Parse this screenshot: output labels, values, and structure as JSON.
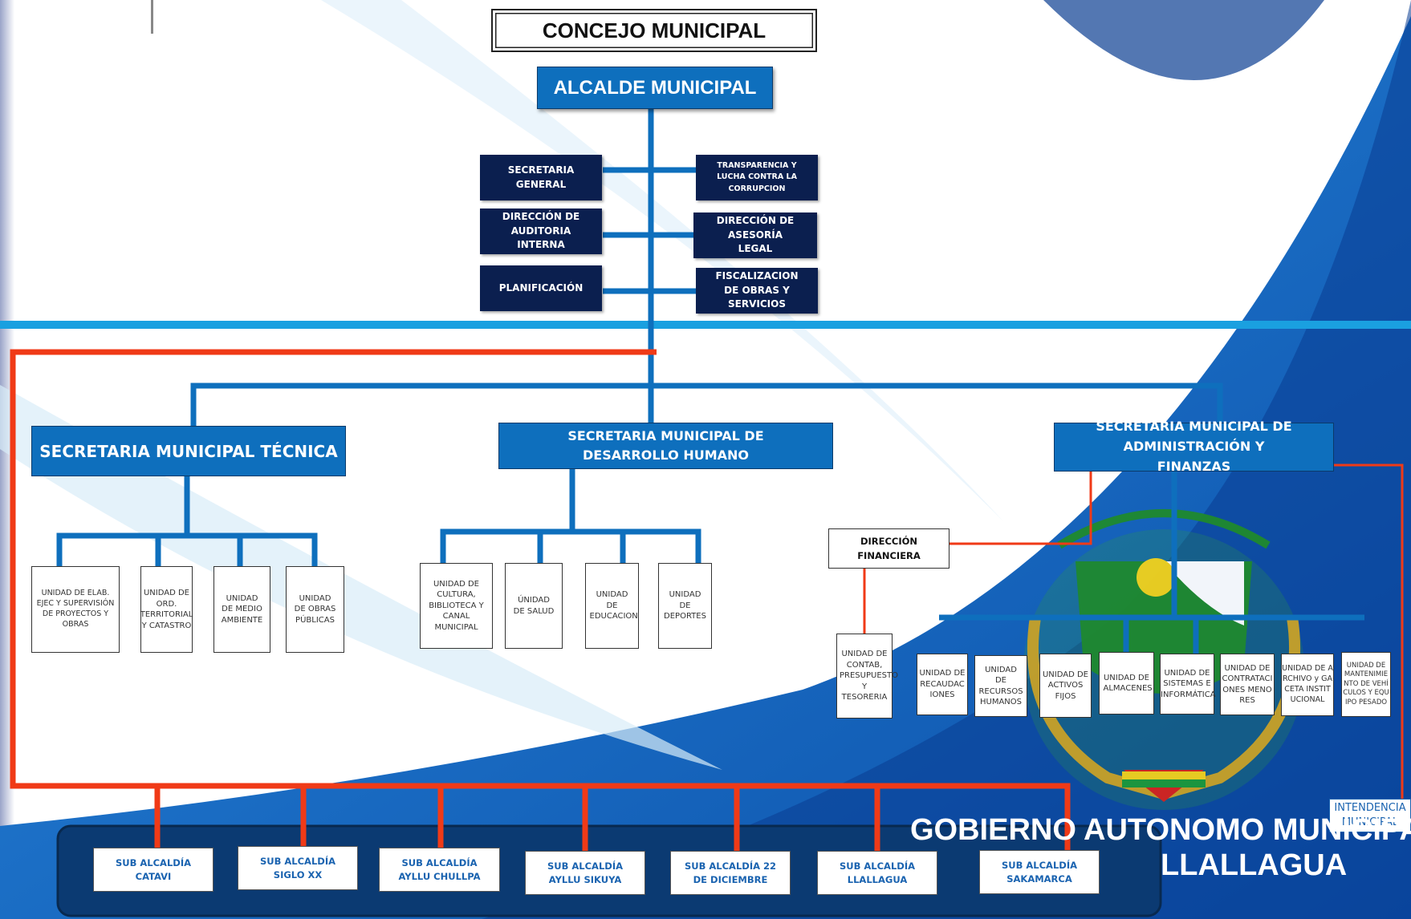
{
  "title": "CONCEJO MUNICIPAL",
  "alcalde": "ALCALDE MUNICIPAL",
  "staff_left": [
    "SECRETARIA GENERAL",
    "DIRECCIÓN DE AUDITORIA INTERNA",
    "PLANIFICACIÓN"
  ],
  "staff_right": [
    "TRANSPARENCIA Y LUCHA CONTRA LA CORRUPCION",
    "DIRECCIÓN DE ASESORÍA LEGAL",
    "FISCALIZACION DE OBRAS Y SERVICIOS"
  ],
  "secretarias": {
    "tecnica": "SECRETARIA MUNICIPAL TÉCNICA",
    "desarrollo": "SECRETARIA MUNICIPAL DE DESARROLLO HUMANO",
    "administracion": "SECRETARIA MUNICIPAL DE ADMINISTRACIÓN Y FINANZAS"
  },
  "tecnica_units": [
    "UNIDAD DE ELAB. EJEC Y SUPERVISIÓN DE PROYECTOS Y OBRAS",
    "UNIDAD DE ORD. TERRITORIAL Y CATASTRO",
    "UNIDAD DE MEDIO AMBIENTE",
    "UNIDAD DE OBRAS PÚBLICAS"
  ],
  "desarrollo_units": [
    "UNIDAD DE CULTURA, BIBLIOTECA Y CANAL MUNICIPAL",
    "ÚNIDAD DE SALUD",
    "UNIDAD DE EDUCACION",
    "UNIDAD DE DEPORTES"
  ],
  "direccion_financiera": "DIRECCIÓN FINANCIERA",
  "admin_units": [
    "UNIDAD DE CONTAB, PRESUPUESTO Y TESORERIA",
    "UNIDAD DE RECAUDACIONES",
    "UNIDAD DE RECURSOS HUMANOS",
    "UNIDAD DE ACTIVOS FIJOS",
    "UNIDAD DE ALMACENES",
    "UNIDAD DE SISTEMAS E INFORMÁTICA",
    "UNIDAD DE CONTRATACIONES MENORES",
    "UNIDAD DE ARCHIVO y GACETA INSTITUCIONAL",
    "UNIDAD DE MANTENIMIENTO DE VEHÍCULOS Y EQUIPO PESADO"
  ],
  "intendencia": "INTENDENCIA MUNICIPAL",
  "sub_alcaldias": [
    "SUB ALCALDÍA CATAVI",
    "SUB ALCALDÍA SIGLO XX",
    "SUB ALCALDÍA AYLLU CHULLPA",
    "SUB ALCALDÍA AYLLU SIKUYA",
    "SUB ALCALDÍA 22 DE DICIEMBRE",
    "SUB ALCALDÍA LLALLAGUA",
    "SUB ALCALDÍA SAKAMARCA"
  ],
  "footer": {
    "line1": "GOBIERNO AUTONOMO MUNICIPAL",
    "line2": "LLALLAGUA"
  },
  "colors": {
    "navy": "#0b1f4f",
    "blue": "#0e6fbd",
    "connector_blue": "#0e6fbd",
    "connector_red": "#f03a17",
    "banner": "#1aa0e0"
  }
}
